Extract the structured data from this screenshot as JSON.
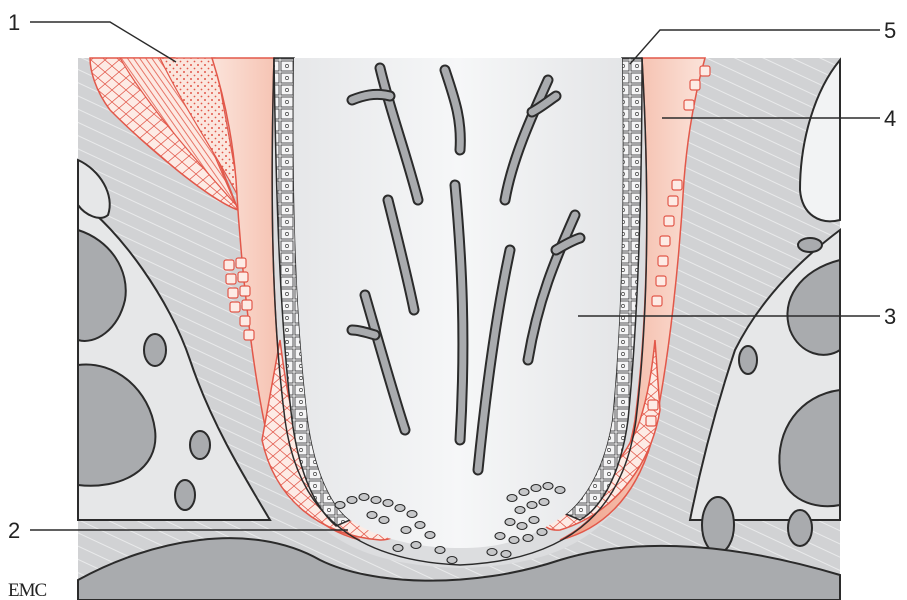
{
  "labels": [
    {
      "id": "label-1",
      "text": "1"
    },
    {
      "id": "label-2",
      "text": "2"
    },
    {
      "id": "label-3",
      "text": "3"
    },
    {
      "id": "label-4",
      "text": "4"
    },
    {
      "id": "label-5",
      "text": "5"
    }
  ],
  "logo": "EMC",
  "colors": {
    "tissue_gray": "#cfd0d2",
    "dark_gray": "#a9abae",
    "lumen": "#eeeff1",
    "salmon": "#f0a48c",
    "cell_outline": "#e2584a",
    "stroke": "#2b2b2b"
  }
}
